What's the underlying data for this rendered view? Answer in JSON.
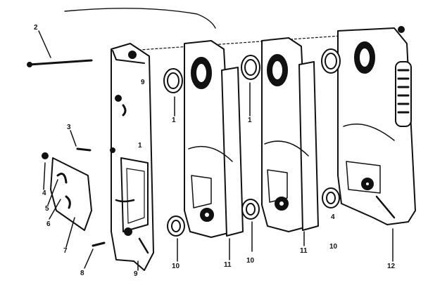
{
  "callouts": {
    "c1a": "1",
    "c1b": "1",
    "c1c": "1",
    "c2": "2",
    "c3": "3",
    "c4a": "4",
    "c4b": "4",
    "c5": "5",
    "c6": "6",
    "c7": "7",
    "c8": "8",
    "c9a": "9",
    "c9b": "9",
    "c10a": "10",
    "c10b": "10",
    "c10c": "10",
    "c11a": "11",
    "c11b": "11",
    "c12": "12"
  },
  "colors": {
    "ink": "#111111",
    "paper": "#ffffff"
  },
  "icons": [
    "stud-bolt",
    "nut",
    "gasket",
    "flue-baffle",
    "end-section",
    "middle-section",
    "rear-section",
    "push-nipple"
  ]
}
